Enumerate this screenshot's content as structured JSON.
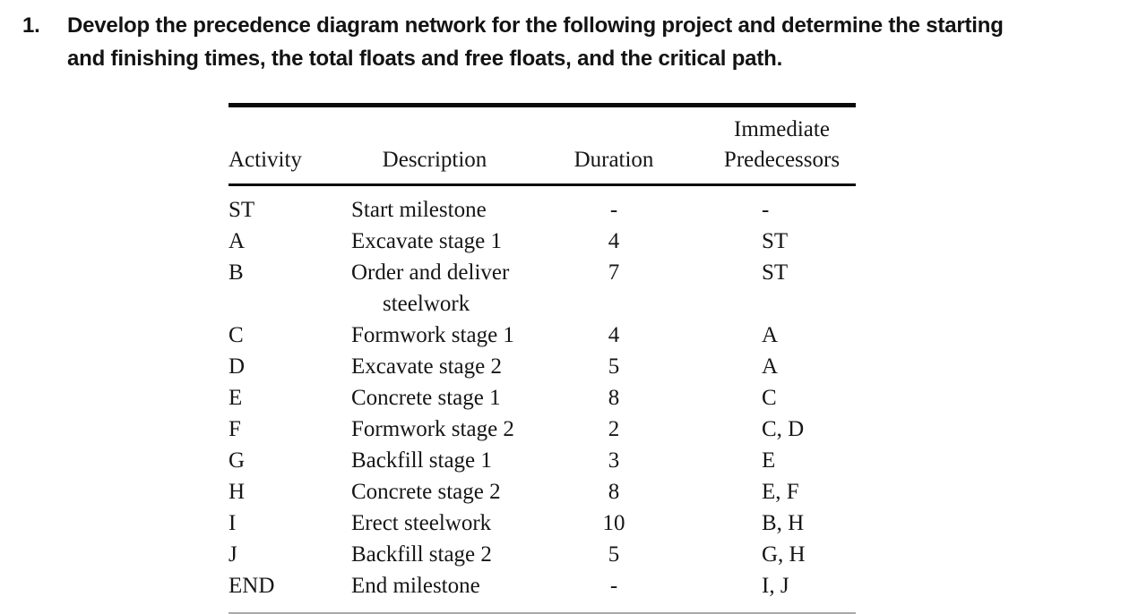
{
  "problem": {
    "number": "1.",
    "lines": [
      "Develop the precedence diagram network for the following project and determine the starting",
      "and finishing times, the total floats and free floats, and the critical path."
    ]
  },
  "table": {
    "headers": {
      "activity": "Activity",
      "description": "Description",
      "duration": "Duration",
      "predecessors_line1": "Immediate",
      "predecessors_line2": "Predecessors"
    },
    "rows": [
      {
        "activity": "ST",
        "description": "Start milestone",
        "description_line2": "",
        "duration": "-",
        "predecessors": "-"
      },
      {
        "activity": "A",
        "description": "Excavate stage 1",
        "description_line2": "",
        "duration": "4",
        "predecessors": "ST"
      },
      {
        "activity": "B",
        "description": "Order and deliver",
        "description_line2": "steelwork",
        "duration": "7",
        "predecessors": "ST"
      },
      {
        "activity": "C",
        "description": "Formwork stage 1",
        "description_line2": "",
        "duration": "4",
        "predecessors": "A"
      },
      {
        "activity": "D",
        "description": "Excavate stage 2",
        "description_line2": "",
        "duration": "5",
        "predecessors": "A"
      },
      {
        "activity": "E",
        "description": "Concrete stage 1",
        "description_line2": "",
        "duration": "8",
        "predecessors": "C"
      },
      {
        "activity": "F",
        "description": "Formwork stage 2",
        "description_line2": "",
        "duration": "2",
        "predecessors": "C, D"
      },
      {
        "activity": "G",
        "description": "Backfill stage 1",
        "description_line2": "",
        "duration": "3",
        "predecessors": "E"
      },
      {
        "activity": "H",
        "description": "Concrete stage 2",
        "description_line2": "",
        "duration": "8",
        "predecessors": "E, F"
      },
      {
        "activity": "I",
        "description": "Erect steelwork",
        "description_line2": "",
        "duration": "10",
        "predecessors": "B, H"
      },
      {
        "activity": "J",
        "description": "Backfill stage 2",
        "description_line2": "",
        "duration": "5",
        "predecessors": "G, H"
      },
      {
        "activity": "END",
        "description": "End milestone",
        "description_line2": "",
        "duration": "-",
        "predecessors": "I, J"
      }
    ]
  },
  "colors": {
    "text": "#161616",
    "rule_heavy": "#0a0a0a",
    "rule_light": "#a9a9a9",
    "background": "#ffffff"
  }
}
